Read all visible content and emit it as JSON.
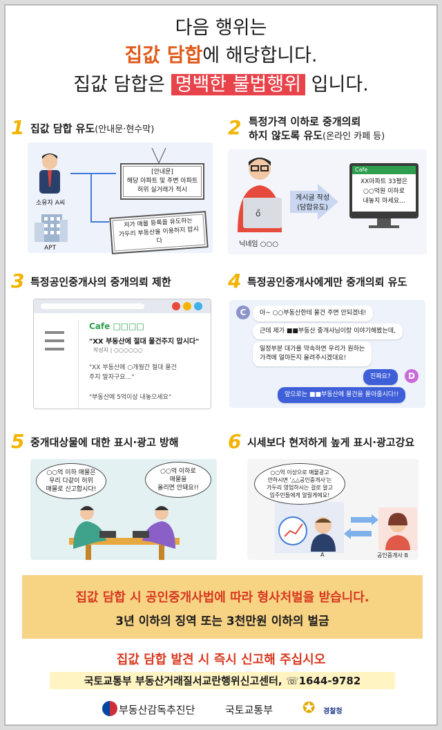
{
  "header": {
    "line1": "다음 행위는",
    "line2_highlight": "집값 담합",
    "line2_rest": "에 해당합니다.",
    "line3_pre": "집값 담합은 ",
    "line3_highlight": "명백한 불법행위",
    "line3_post": " 입니다."
  },
  "sections": [
    {
      "number": "1",
      "title": "집값 담합 유도",
      "title_small": "(안내문·현수막)"
    },
    {
      "number": "2",
      "title_line1": "특정가격 이하로 중개의뢰",
      "title_line2": "하지 않도록 유도",
      "title_small": "(온라인 카페 등)"
    },
    {
      "number": "3",
      "title": "특정공인중개사의 중개의뢰 제한"
    },
    {
      "number": "4",
      "title": "특정공인중개사에게만 중개의뢰 유도"
    },
    {
      "number": "5",
      "title": "중개대상물에 대한 표시·광고 방해"
    },
    {
      "number": "6",
      "title": "시세보다 현저하게 높게 표시·광고강요"
    }
  ],
  "panel1": {
    "owner_label": "소유자 A씨",
    "apt_label": "APT",
    "notice_title": "[안내문]",
    "notice_line1": "해당 아파트 및 주변 아파트",
    "notice_line2": "허위 실거래가 적시",
    "banner_line1": "저가 매물 등록을 유도하는",
    "banner_line2": "가두리 부동산을 이용하지 맙시다"
  },
  "panel2": {
    "arrow_line1": "게시글 작성",
    "arrow_line2": "(담합유도)",
    "cafe_label": "Cafe",
    "screen_line1": "XX아파트 33평은",
    "screen_line2": "○○억원 이하로",
    "screen_line3": "내놓지 마세요...",
    "nickname": "닉네임 ○○○"
  },
  "panel3": {
    "cafe_title": "Cafe □□□□",
    "post_title": "\"XX 부동산에 절대 물건주지 맙시다\"",
    "author": "작성자 | ○○○○○○",
    "comment1_line1": "\"XX 부동산에 ○개월간 절대 물건",
    "comment1_line2": "주지 말자구요…\"",
    "comment2": "\"부동산에 5억이상 내놓으세요\""
  },
  "panel4": {
    "avatar_c": "C",
    "avatar_d": "D",
    "msg1": "아~ ○○부동산한테 물건 주면 안되겠네!",
    "msg2": "근데 제가 ■■부동산 중개사님이랑 이야기해봤는데,",
    "msg3_line1": "일정부분 대가를 약속하면 우리가 원하는",
    "msg3_line2": "가격에 얼마든지 올려주시겠대요!",
    "msg4": "진짜요?",
    "msg5": "앞으로는 ■■부동산에 물건을 몰아줍시다!!"
  },
  "panel5": {
    "bubble_left_line1": "○○억 이하 매물은",
    "bubble_left_line2": "우리 다같이 허위",
    "bubble_left_line3": "매물로 신고합시다!",
    "bubble_right_line1": "○○억 이하로",
    "bubble_right_line2": "매물을",
    "bubble_right_line3": "올리면 안돼요!!"
  },
  "panel6": {
    "bubble_line1": "○○억 이상으로 매물광고",
    "bubble_line2": "안하시면 '△△공인중개사'는",
    "bubble_line3": "가두리 영업하시는 걸로 알고",
    "bubble_line4": "입주민들에게 알릴게에요!",
    "label_a": "A",
    "label_b": "공인중개사 B"
  },
  "penalty": {
    "line1": "집값 담합 시 공인중개사법에 따라 형사처벌을 받습니다.",
    "line2": "3년 이하의 징역 또는 3천만원 이하의 벌금"
  },
  "report": {
    "line1": "집값 담합 발견 시 즉시 신고해 주십시오",
    "line2": "국토교통부 부동산거래질서교란행위신고센터, ☏1644-9782"
  },
  "footer": {
    "org1": "부동산감독추진단",
    "org2": "국토교통부",
    "org3": "경찰청"
  },
  "colors": {
    "accent_orange": "#e05a1a",
    "accent_red": "#e8434b",
    "number_yellow": "#f2b400",
    "penalty_bg": "#f7d384",
    "panel_bg": "#eef2fb",
    "chat_blue": "#3f5fd8"
  }
}
